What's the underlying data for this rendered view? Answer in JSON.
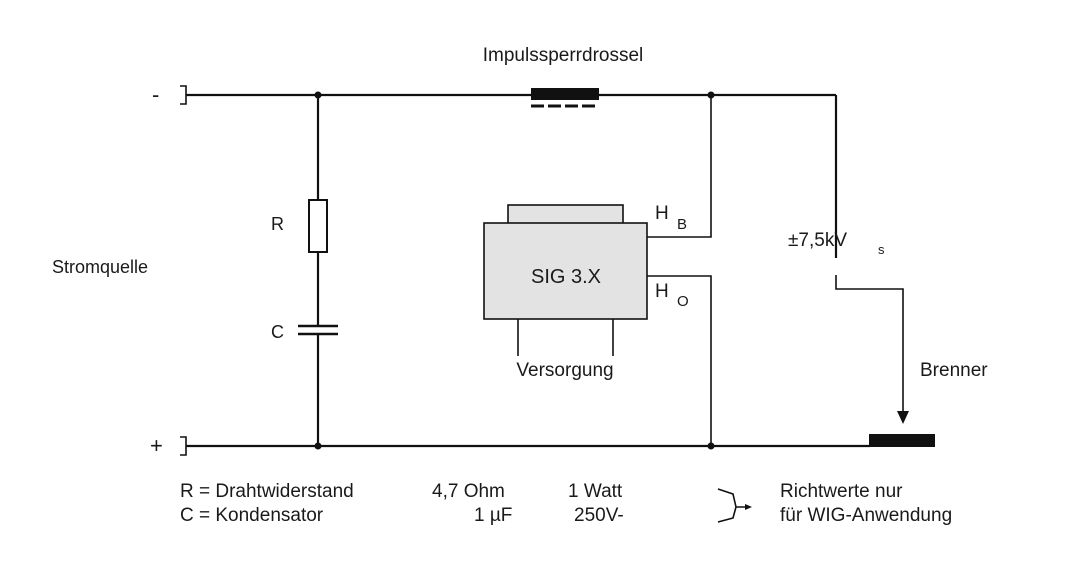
{
  "diagram": {
    "title": "Impulssperrdrossel",
    "source_label": "Stromquelle",
    "terminal_minus": "-",
    "terminal_plus": "+",
    "resistor_label": "R",
    "capacitor_label": "C",
    "module": {
      "name": "SIG 3.X",
      "pin_hb_main": "H",
      "pin_hb_sub": "B",
      "pin_ho_main": "H",
      "pin_ho_sub": "O",
      "supply_label": "Versorgung"
    },
    "voltage": {
      "main": "±7,5kV",
      "sub": "s"
    },
    "torch_label": "Brenner"
  },
  "legend": {
    "r_line": {
      "symbol": "R = Drahtwiderstand",
      "value": "4,7 Ohm",
      "rating": "1 Watt"
    },
    "c_line": {
      "symbol": "C = Kondensator",
      "value": "1 µF",
      "rating": "250V-"
    },
    "note_line1": "Richtwerte nur",
    "note_line2": "für WIG-Anwendung"
  },
  "colors": {
    "line": "#111111",
    "module_fill": "#e3e3e3",
    "text": "#1a1a1a"
  }
}
